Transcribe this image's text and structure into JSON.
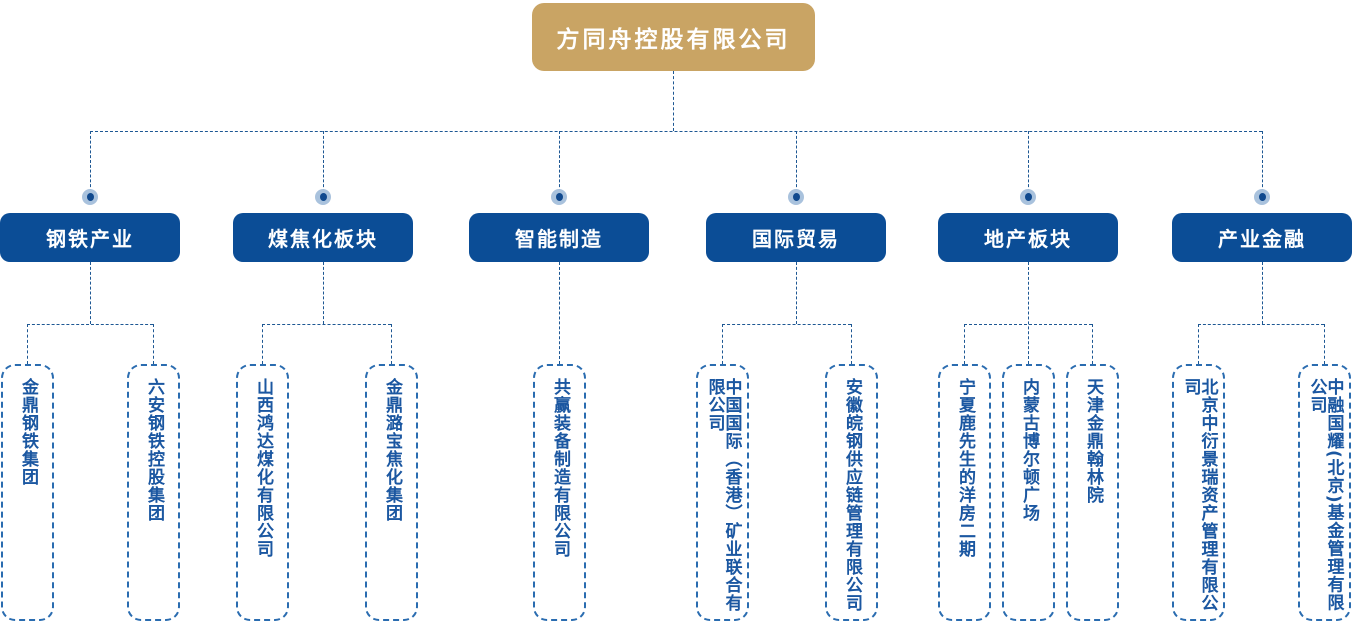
{
  "chart_type": "org-chart",
  "root": {
    "label": "方同舟控股有限公司"
  },
  "divisions": [
    {
      "id": "steel",
      "label": "钢铁产业",
      "children": [
        {
          "name": "金鼎钢铁集团"
        },
        {
          "name": "六安钢铁控股集团"
        }
      ]
    },
    {
      "id": "coking",
      "label": "煤焦化板块",
      "children": [
        {
          "name": "山西鸿达煤化有限公司"
        },
        {
          "name": "金鼎潞宝焦化集团"
        }
      ]
    },
    {
      "id": "smart-manufacturing",
      "label": "智能制造",
      "children": [
        {
          "name": "共赢装备制造有限公司"
        }
      ]
    },
    {
      "id": "international-trade",
      "label": "国际贸易",
      "children": [
        {
          "name": "中国国际（香港）矿业联合有限公司"
        },
        {
          "name": "安徽皖钢供应链管理有限公司"
        }
      ]
    },
    {
      "id": "real-estate",
      "label": "地产板块",
      "children": [
        {
          "name": "宁夏鹿先生的洋房二期"
        },
        {
          "name": "内蒙古博尔顿广场"
        },
        {
          "name": "天津金鼎翰林院"
        }
      ]
    },
    {
      "id": "industrial-finance",
      "label": "产业金融",
      "children": [
        {
          "name": "北京中衍景瑞资产管理有限公司"
        },
        {
          "name": "中融国耀(北京)基金管理有限公司"
        }
      ]
    }
  ],
  "colors": {
    "root_bg": "#c9a464",
    "division_bg": "#0b4d96",
    "connector_line": "#1d5793",
    "subsidiary_border": "#2a6cb0",
    "subsidiary_text": "#1b57a1",
    "dot_ring": "#a9c2dd",
    "dot_core": "#10498e"
  }
}
